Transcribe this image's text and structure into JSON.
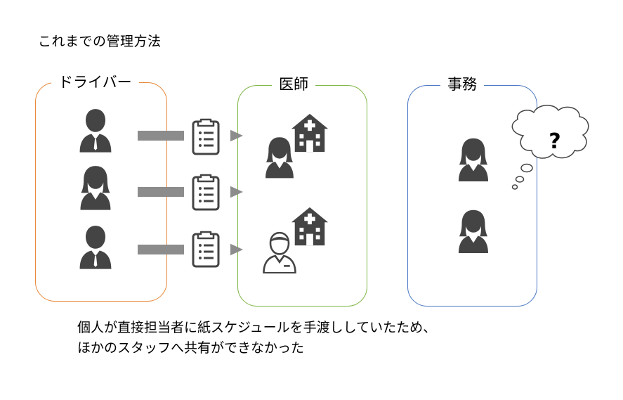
{
  "title": "これまでの管理方法",
  "groups": {
    "drivers": {
      "label": "ドライバー",
      "color": "#e8883a"
    },
    "doctors": {
      "label": "医師",
      "color": "#7db542"
    },
    "office": {
      "label": "事務",
      "color": "#4a77c4"
    }
  },
  "thought_bubble": {
    "text": "?"
  },
  "caption": {
    "line1": "個人が直接担当者に紙スケジュールを手渡ししていたため、",
    "line2": "ほかのスタッフへ共有ができなかった"
  },
  "icons": {
    "person": "person-icon",
    "clipboard": "clipboard-icon",
    "arrow": "arrow-right-icon",
    "hospital": "hospital-icon",
    "thought": "thought-bubble-icon"
  },
  "colors": {
    "icon": "#444444",
    "arrow": "#8c8c8c"
  }
}
